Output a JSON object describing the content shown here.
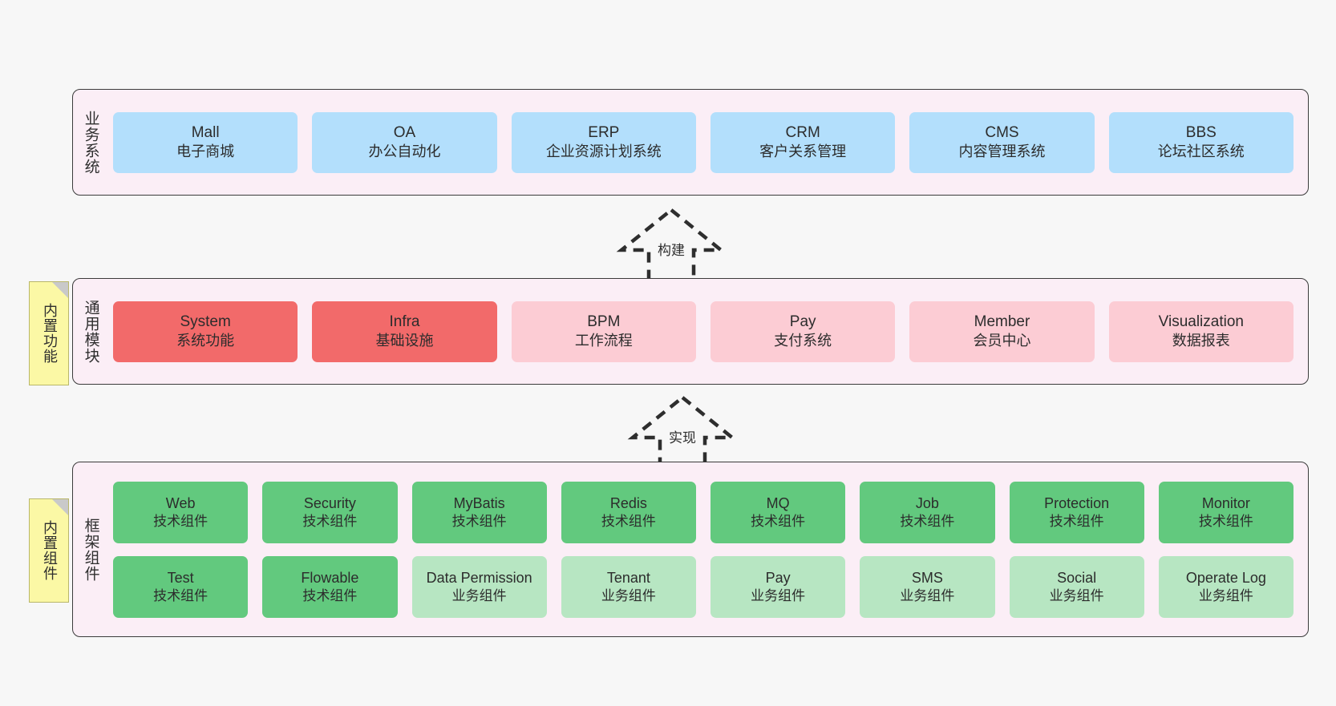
{
  "colors": {
    "background": "#f7f7f7",
    "layer_fill": "#fbeef6",
    "layer_border": "#3b3b3b",
    "business_node": "#b3dffc",
    "module_primary": "#f26a6a",
    "module_secondary": "#fcccd4",
    "framework_tech": "#62c97e",
    "framework_business": "#b7e6c2",
    "note_fill": "#fbf8a5",
    "note_fold": "#c9c9c9"
  },
  "layers": [
    {
      "id": "business-system",
      "title": "业务系统",
      "note": null,
      "rows": [
        [
          {
            "en": "Mall",
            "cn": "电子商城",
            "style": "business"
          },
          {
            "en": "OA",
            "cn": "办公自动化",
            "style": "business"
          },
          {
            "en": "ERP",
            "cn": "企业资源计划系统",
            "style": "business"
          },
          {
            "en": "CRM",
            "cn": "客户关系管理",
            "style": "business"
          },
          {
            "en": "CMS",
            "cn": "内容管理系统",
            "style": "business"
          },
          {
            "en": "BBS",
            "cn": "论坛社区系统",
            "style": "business"
          }
        ]
      ]
    },
    {
      "id": "common-modules",
      "title": "通用模块",
      "note": "内置功能",
      "rows": [
        [
          {
            "en": "System",
            "cn": "系统功能",
            "style": "module-primary"
          },
          {
            "en": "Infra",
            "cn": "基础设施",
            "style": "module-primary"
          },
          {
            "en": "BPM",
            "cn": "工作流程",
            "style": "module-secondary"
          },
          {
            "en": "Pay",
            "cn": "支付系统",
            "style": "module-secondary"
          },
          {
            "en": "Member",
            "cn": "会员中心",
            "style": "module-secondary"
          },
          {
            "en": "Visualization",
            "cn": "数据报表",
            "style": "module-secondary"
          }
        ]
      ]
    },
    {
      "id": "framework-components",
      "title": "框架组件",
      "note": "内置组件",
      "rows": [
        [
          {
            "en": "Web",
            "cn": "技术组件",
            "style": "framework-tech"
          },
          {
            "en": "Security",
            "cn": "技术组件",
            "style": "framework-tech"
          },
          {
            "en": "MyBatis",
            "cn": "技术组件",
            "style": "framework-tech"
          },
          {
            "en": "Redis",
            "cn": "技术组件",
            "style": "framework-tech"
          },
          {
            "en": "MQ",
            "cn": "技术组件",
            "style": "framework-tech"
          },
          {
            "en": "Job",
            "cn": "技术组件",
            "style": "framework-tech"
          },
          {
            "en": "Protection",
            "cn": "技术组件",
            "style": "framework-tech"
          },
          {
            "en": "Monitor",
            "cn": "技术组件",
            "style": "framework-tech"
          }
        ],
        [
          {
            "en": "Test",
            "cn": "技术组件",
            "style": "framework-tech"
          },
          {
            "en": "Flowable",
            "cn": "技术组件",
            "style": "framework-tech"
          },
          {
            "en": "Data Permission",
            "cn": "业务组件",
            "style": "framework-business"
          },
          {
            "en": "Tenant",
            "cn": "业务组件",
            "style": "framework-business"
          },
          {
            "en": "Pay",
            "cn": "业务组件",
            "style": "framework-business"
          },
          {
            "en": "SMS",
            "cn": "业务组件",
            "style": "framework-business"
          },
          {
            "en": "Social",
            "cn": "业务组件",
            "style": "framework-business"
          },
          {
            "en": "Operate Log",
            "cn": "业务组件",
            "style": "framework-business"
          }
        ]
      ]
    }
  ],
  "connectors": [
    {
      "id": "build",
      "label": "构建",
      "from": "common-modules",
      "to": "business-system"
    },
    {
      "id": "implement",
      "label": "实现",
      "from": "framework-components",
      "to": "common-modules"
    }
  ]
}
